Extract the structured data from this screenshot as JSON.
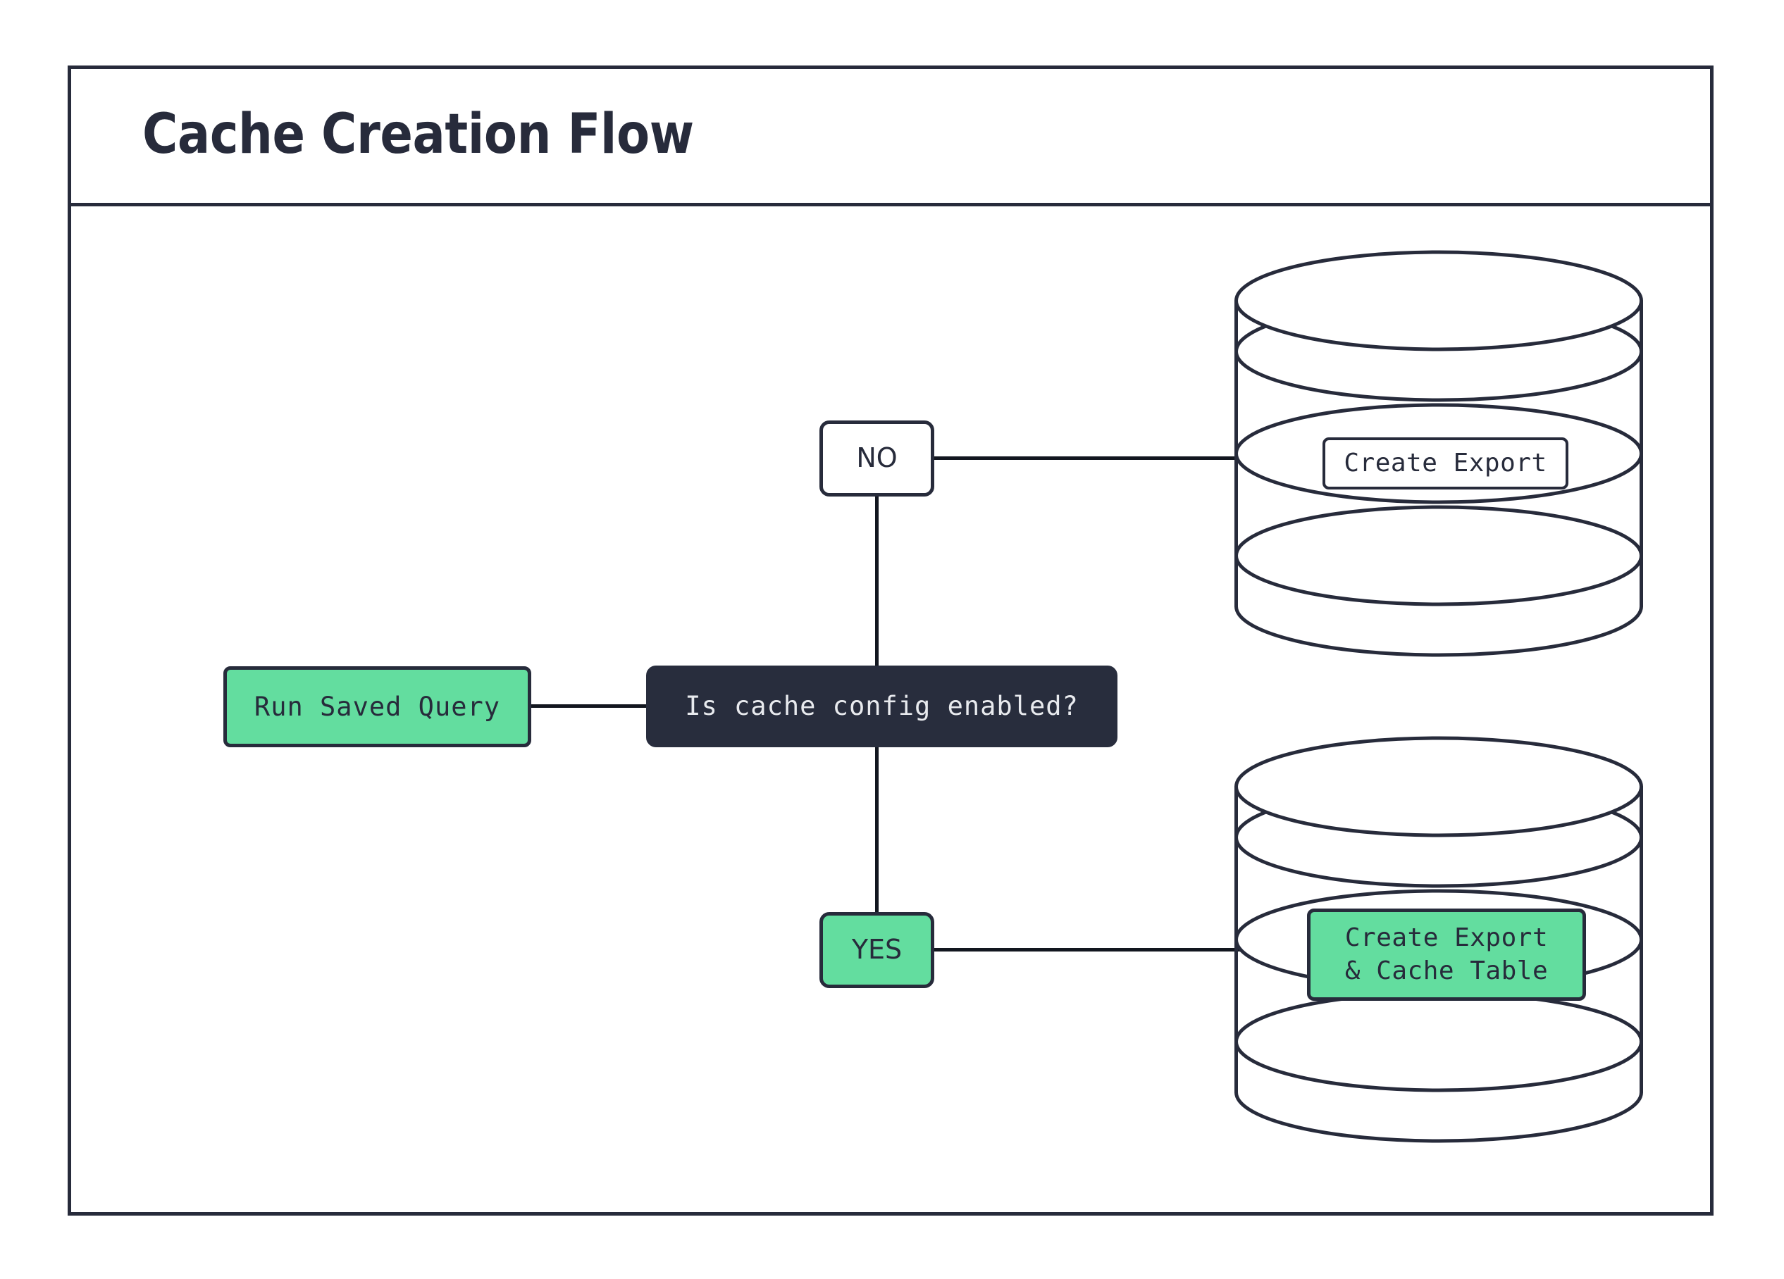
{
  "diagram": {
    "title": "Cache Creation Flow",
    "type": "flowchart",
    "nodes": [
      {
        "id": "run-saved-query",
        "label": "Run Saved Query",
        "shape": "rounded-rect",
        "style": "green",
        "font": "mono"
      },
      {
        "id": "decision",
        "label": "Is cache config enabled?",
        "shape": "rounded-rect",
        "style": "dark",
        "font": "mono"
      },
      {
        "id": "label-no",
        "label": "NO",
        "shape": "rounded-rect",
        "style": "white",
        "font": "sans"
      },
      {
        "id": "label-yes",
        "label": "YES",
        "shape": "rounded-rect",
        "style": "green",
        "font": "sans"
      },
      {
        "id": "create-export",
        "label": "Create Export",
        "shape": "rounded-rect",
        "style": "white",
        "font": "mono",
        "container": "database-top"
      },
      {
        "id": "create-export-cache",
        "label": "Create Export\n& Cache Table",
        "shape": "rounded-rect",
        "style": "green",
        "font": "mono",
        "container": "database-bottom"
      }
    ],
    "containers": [
      {
        "id": "database-top",
        "shape": "cylinder",
        "disks": 3
      },
      {
        "id": "database-bottom",
        "shape": "cylinder",
        "disks": 3
      }
    ],
    "edges": [
      {
        "from": "run-saved-query",
        "to": "decision"
      },
      {
        "from": "decision",
        "to": "label-no"
      },
      {
        "from": "decision",
        "to": "label-yes"
      },
      {
        "from": "label-no",
        "to": "database-top"
      },
      {
        "from": "label-yes",
        "to": "database-bottom"
      }
    ]
  },
  "colors": {
    "stroke": "#272b3b",
    "line": "#12161f",
    "dark_fill": "#282d3d",
    "green_fill": "#63dd9f",
    "white_fill": "#ffffff",
    "dark_text": "#272b3b",
    "light_text": "#e8eaee",
    "background": "#ffffff"
  }
}
